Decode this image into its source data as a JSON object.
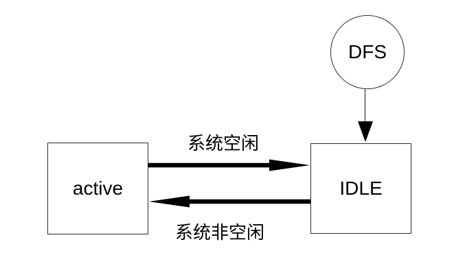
{
  "diagram": {
    "nodes": {
      "dfs": {
        "label": "DFS",
        "shape": "circle"
      },
      "active": {
        "label": "active",
        "shape": "rect"
      },
      "idle": {
        "label": "IDLE",
        "shape": "rect"
      }
    },
    "edges": {
      "active_to_idle": {
        "label": "系统空闲",
        "from": "active",
        "to": "IDLE"
      },
      "idle_to_active": {
        "label": "系统非空闲",
        "from": "IDLE",
        "to": "active"
      },
      "dfs_to_idle": {
        "label": "",
        "from": "DFS",
        "to": "IDLE"
      }
    },
    "colors": {
      "background": "#ffffff",
      "node_border": "#2a2a2a",
      "arrow": "#000000",
      "connector": "#555555",
      "text": "#000000"
    }
  }
}
